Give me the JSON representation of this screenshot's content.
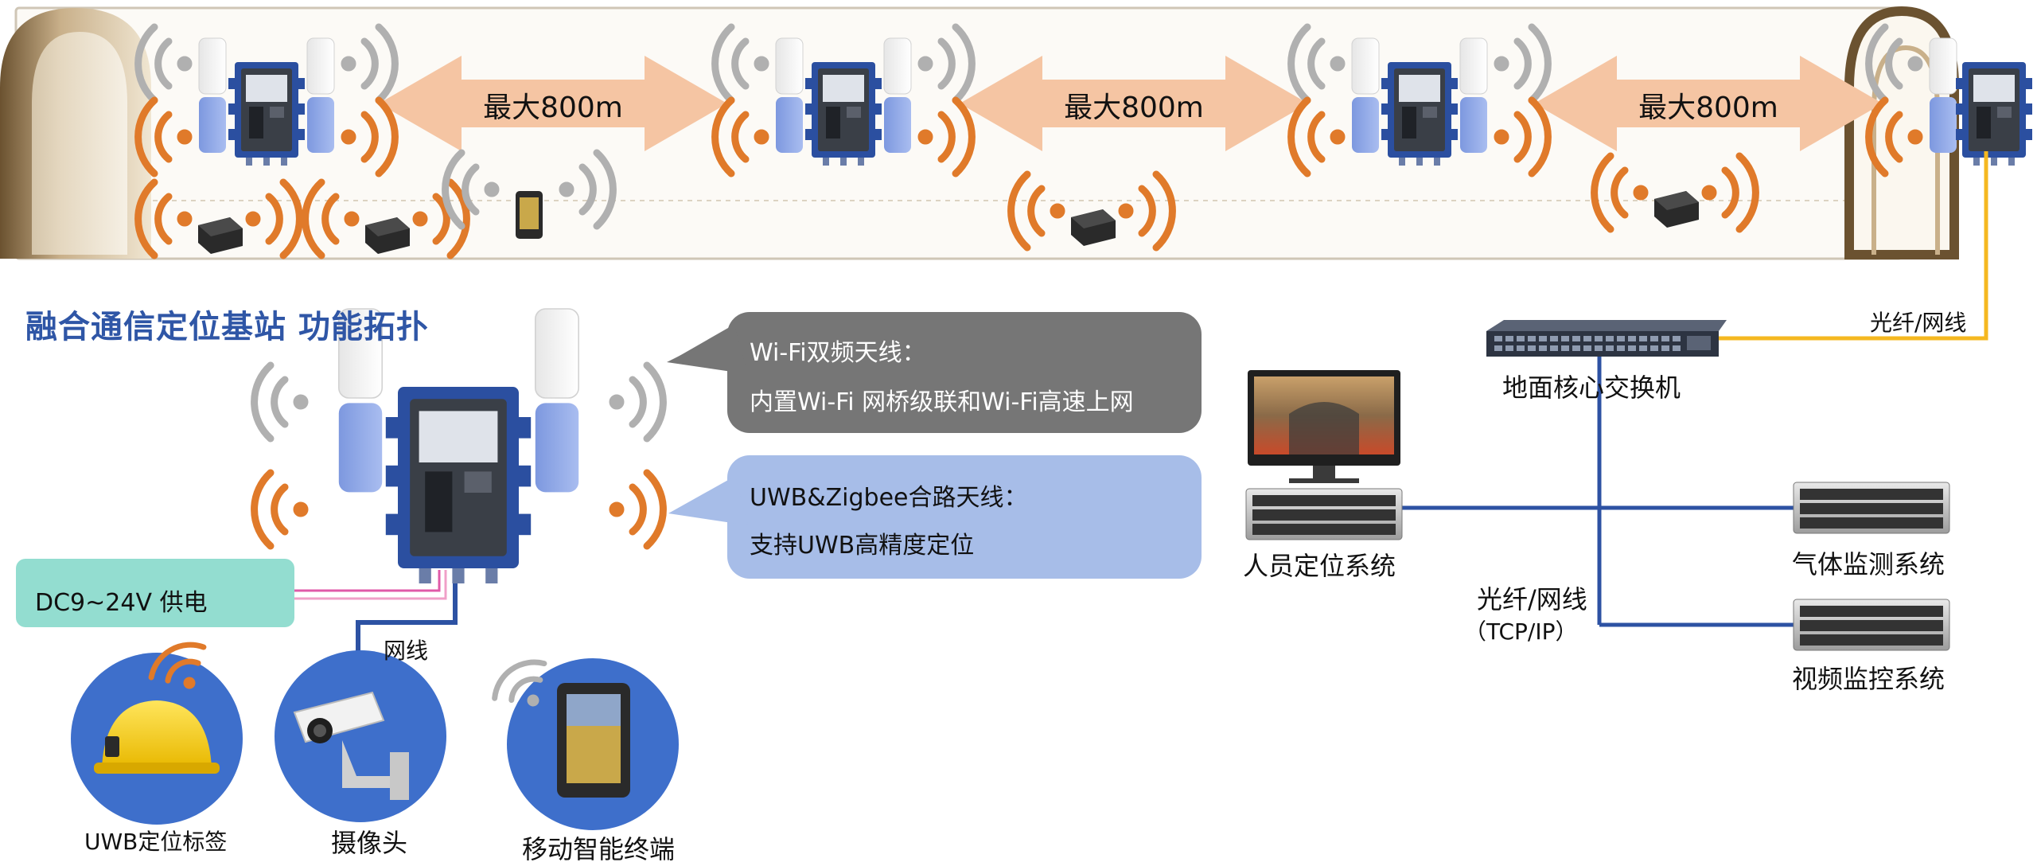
{
  "tunnel": {
    "distance_labels": [
      "最大800m",
      "最大800m",
      "最大800m"
    ]
  },
  "topology": {
    "title": "融合通信定位基站  功能拓扑",
    "callout_wifi": {
      "line1": "Wi-Fi双频天线：",
      "line2": "内置Wi-Fi 网桥级联和Wi-Fi高速上网"
    },
    "callout_uwb": {
      "line1": "UWB&Zigbee合路天线：",
      "line2": "支持UWB高精度定位"
    },
    "power_label": "DC9~24V 供电",
    "cable_label": "网线",
    "devices": {
      "uwb_tag": "UWB定位标签",
      "camera": "摄像头",
      "mobile_terminal": "移动智能终端"
    }
  },
  "network": {
    "core_switch": "地面核心交换机",
    "fiber_top_label": "光纤/网线",
    "personnel_system": "人员定位系统",
    "gas_system": "气体监测系统",
    "video_system": "视频监控系统",
    "fiber_label_line1": "光纤/网线",
    "fiber_label_line2": "（TCP/IP）"
  },
  "colors": {
    "title_blue": "#2f56a6",
    "device_blue": "#2b4fa0",
    "wifi_gray": "#b0b0b0",
    "signal_orange": "#e07a2a",
    "arrow_peach": "#f5c5a3",
    "callout_gray": "#767676",
    "callout_blue": "#a7bde8",
    "power_teal": "#93ddd0",
    "fiber_yellow": "#f5b820",
    "net_blue": "#2d52a3",
    "circle_blue": "#3e6fcb"
  }
}
